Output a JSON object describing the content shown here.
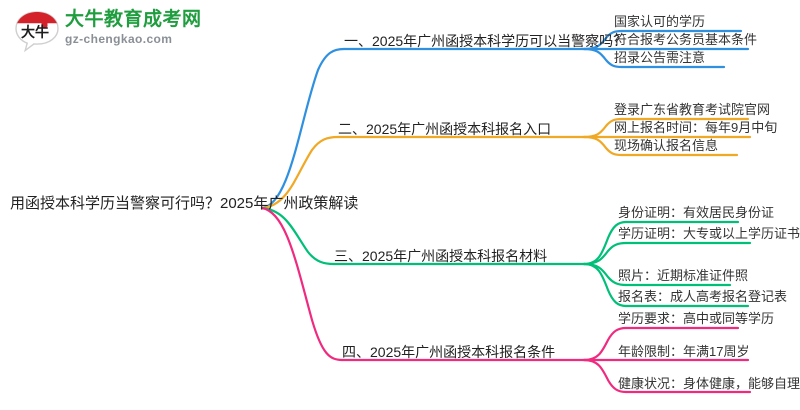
{
  "logo": {
    "mark_name": "da-niu-speech-bubble-logo",
    "mark_text": "大牛",
    "title": "大牛教育成考网",
    "subtitle": "gz-chengkao.com",
    "title_color": "#1f9d3f",
    "subtitle_color": "#8a8f96",
    "mark_color": "#d3222a"
  },
  "mindmap": {
    "root": "用函授本科学历当警察可行吗？2025年广州政策解读",
    "branches": [
      {
        "label": "一、2025年广州函授本科学历可以当警察吗？",
        "color": "#2f90e0",
        "items": [
          "国家认可的学历",
          "符合报考公务员基本条件",
          "招录公告需注意"
        ]
      },
      {
        "label": "二、2025年广州函授本科报名入口",
        "color": "#f0a825",
        "items": [
          "登录广东省教育考试院官网",
          "网上报名时间：每年9月中旬",
          "现场确认报名信息"
        ]
      },
      {
        "label": "三、2025年广州函授本科报名材料",
        "color": "#00bf78",
        "items": [
          "身份证明：有效居民身份证",
          "学历证明：大专或以上学历证书",
          "照片：近期标准证件照",
          "报名表：成人高考报名登记表"
        ]
      },
      {
        "label": "四、2025年广州函授本科报名条件",
        "color": "#ef2a7f",
        "items": [
          "学历要求：高中或同等学历",
          "年龄限制：年满17周岁",
          "健康状况：身体健康，能够自理"
        ]
      }
    ]
  }
}
